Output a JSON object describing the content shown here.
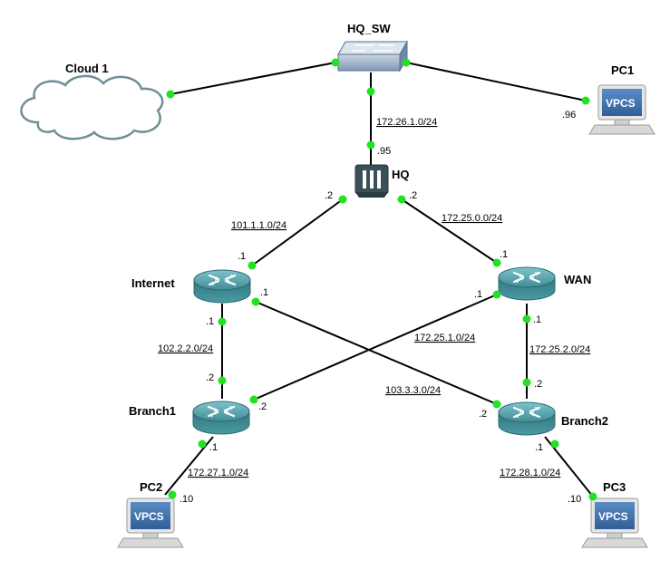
{
  "nodes": {
    "hq_sw": "HQ_SW",
    "cloud1": "Cloud 1",
    "pc1": "PC1",
    "hq": "HQ",
    "internet": "Internet",
    "wan": "WAN",
    "branch1": "Branch1",
    "branch2": "Branch2",
    "pc2": "PC2",
    "pc3": "PC3"
  },
  "vpcs_label": "VPCS",
  "subnets": {
    "hq_sw_hq": "172.26.1.0/24",
    "hq_internet": "101.1.1.0/24",
    "hq_wan": "172.25.0.0/24",
    "internet_branch1": "102.2.2.0/24",
    "wan_branch1": "172.25.1.0/24",
    "internet_branch2": "103.3.3.0/24",
    "wan_branch2": "172.25.2.0/24",
    "branch1_pc2": "172.27.1.0/24",
    "branch2_pc3": "172.28.1.0/24"
  },
  "ips": {
    "pc1": ".96",
    "hq_sw_side": ".95",
    "hq_internet": ".2",
    "hq_wan": ".2",
    "internet_hq": ".1",
    "internet_branch2": ".1",
    "internet_branch1": ".1",
    "wan_hq": ".1",
    "wan_branch1": ".1",
    "wan_branch2": ".1",
    "branch1_internet": ".2",
    "branch1_wan": ".2",
    "branch1_pc2": ".1",
    "pc2": ".10",
    "branch2_internet": ".2",
    "branch2_wan": ".2",
    "branch2_pc3": ".1",
    "pc3": ".10"
  },
  "colors": {
    "port": "#22e022",
    "router": "#3f8d96",
    "switch": "#8fa6c0",
    "firewall": "#3b4f58",
    "cloud_stroke": "#6f8f96",
    "vpcs_screen": "#3e6fa8"
  }
}
